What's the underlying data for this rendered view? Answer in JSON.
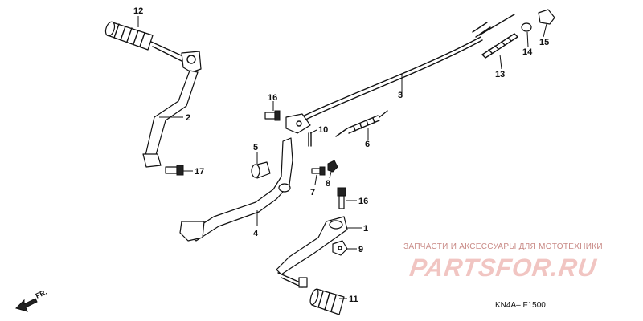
{
  "callouts": {
    "c1": "1",
    "c2": "2",
    "c3": "3",
    "c4": "4",
    "c5": "5",
    "c6": "6",
    "c7": "7",
    "c8": "8",
    "c9": "9",
    "c10": "10",
    "c11": "11",
    "c12": "12",
    "c13": "13",
    "c14": "14",
    "c15": "15",
    "c16a": "16",
    "c16b": "16",
    "c17": "17"
  },
  "direction": {
    "label": "FR."
  },
  "watermark": {
    "caption": "ЗАПЧАСТИ И АКСЕССУАРЫ ДЛЯ МОТОТЕХНИКИ",
    "logo": "PARTSFOR.RU"
  },
  "diagram_code": "KN4A– F1500",
  "colors": {
    "ink": "#111111",
    "watermark": "#f1c5c2"
  }
}
